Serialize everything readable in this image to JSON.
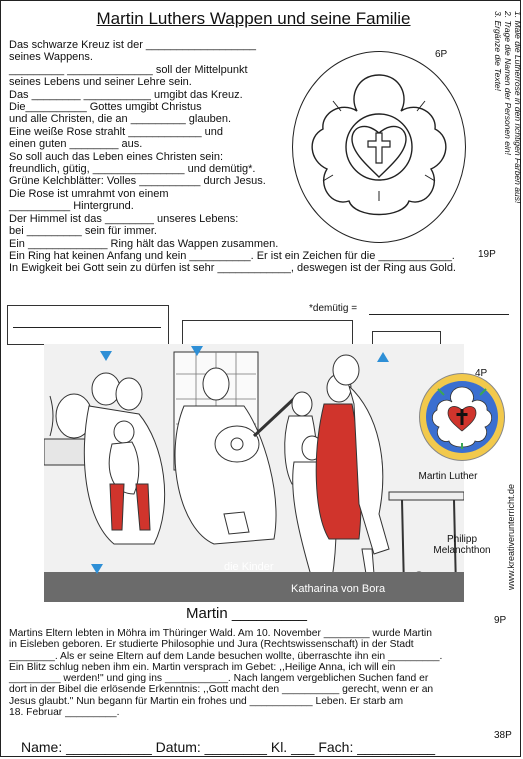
{
  "worksheet": {
    "title": "Martin Luthers Wappen und seine Familie",
    "tasks": "1. Male die Lutherrose in den richtigen Farben aus!\n2. Trage die Namen der Personen ein!\n3. Ergänze die Texte!",
    "cloze_text": "Das schwarze Kreuz ist der __________________\nseines Wappens.\n_________ ______________ soll der Mittelpunkt\nseines Lebens und seiner Lehre sein.\nDas ________ ___________ umgibt das Kreuz.\nDie__________ Gottes umgibt Christus\nund alle Christen, die an _________ glauben.\nEine weiße Rose strahlt ____________ und\neinen guten ________ aus.\nSo soll auch das Leben eines Christen sein:\nfreundlich, gütig, _______________ und demütig*.\nGrüne Kelchblätter: Volles __________ durch Jesus.\nDie Rose ist umrahmt von einem\n__________ Hintergrund.\nDer Himmel ist das ________ unseres Lebens:\nbei _________ sein für immer.\nEin _____________ Ring hält das Wappen zusammen.\nEin Ring hat keinen Anfang und kein __________. Er ist ein Zeichen für die ____________.\nIn Ewigkeit bei Gott sein zu dürfen ist sehr ____________, deswegen ist der Ring aus Gold.",
    "scores": {
      "rose_points": "6P",
      "cloze_points": "19P",
      "names_points": "4P",
      "section_points": "9P",
      "total_points": "38P"
    },
    "demuetig_label": "*demütig =",
    "scene_labels": {
      "children": "die Kinder",
      "katharina": "Katharina von Bora",
      "luther": "Martin Luther",
      "melanchthon": "Philipp\nMelanchthon"
    },
    "website": "www.kreativerunterricht.de",
    "bio_title": "Martin _________",
    "bio_text": "Martins Eltern lebten in Möhra im Thüringer Wald. Am 10. November ________ wurde Martin\nin Eisleben geboren. Er studierte Philosophie und Jura (Rechtswissenschaft) in der Stadt\n________. Als er seine Eltern auf dem Lande besuchen wollte, überraschte ihn ein _________.\nEin Blitz schlug neben ihm ein. Martin versprach im Gebet: ,,Heilige Anna, ich will ein\n_________ werden!\" und ging ins ___________. Nach langem vergeblichen Suchen fand er\ndort in der Bibel die erlösende Erkenntnis: ,,Gott macht den __________ gerecht, wenn er an\nJesus glaubt.\" Nun begann für Martin ein frohes und ___________ Leben. Er starb am\n18. Februar _________.",
    "footer": "Name: ___________ Datum: ________ Kl. ___ Fach: __________",
    "colors": {
      "blue": "#2e8fd6",
      "red": "#d0342c",
      "gold": "#f2c94c",
      "sky": "#3b6fd0",
      "leaf": "#3aa655"
    }
  }
}
